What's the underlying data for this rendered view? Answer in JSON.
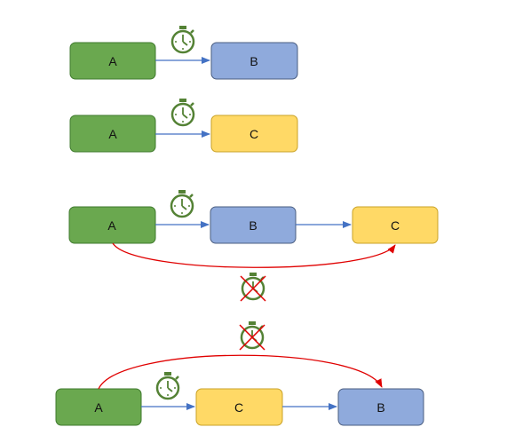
{
  "colors": {
    "green_fill": "#6aa84f",
    "green_stroke": "#3f7a2d",
    "blue_fill": "#8faadc",
    "blue_stroke": "#4a5d80",
    "yellow_fill": "#ffd966",
    "yellow_stroke": "#c9a227",
    "blue_arrow": "#4472c4",
    "red_arrow": "#e00000",
    "timer_green": "#548235",
    "forbidden_red": "#e00000"
  },
  "icons": {
    "timer": "stopwatch-icon",
    "forbidden": "crossed-out-stopwatch-icon"
  },
  "rows": [
    {
      "nodes": [
        {
          "label": "A",
          "color": "green"
        },
        {
          "label": "B",
          "color": "blue"
        }
      ]
    },
    {
      "nodes": [
        {
          "label": "A",
          "color": "green"
        },
        {
          "label": "C",
          "color": "yellow"
        }
      ]
    },
    {
      "nodes": [
        {
          "label": "A",
          "color": "green"
        },
        {
          "label": "B",
          "color": "blue"
        },
        {
          "label": "C",
          "color": "yellow"
        }
      ]
    },
    {
      "nodes": [
        {
          "label": "A",
          "color": "green"
        },
        {
          "label": "C",
          "color": "yellow"
        },
        {
          "label": "B",
          "color": "blue"
        }
      ]
    }
  ]
}
